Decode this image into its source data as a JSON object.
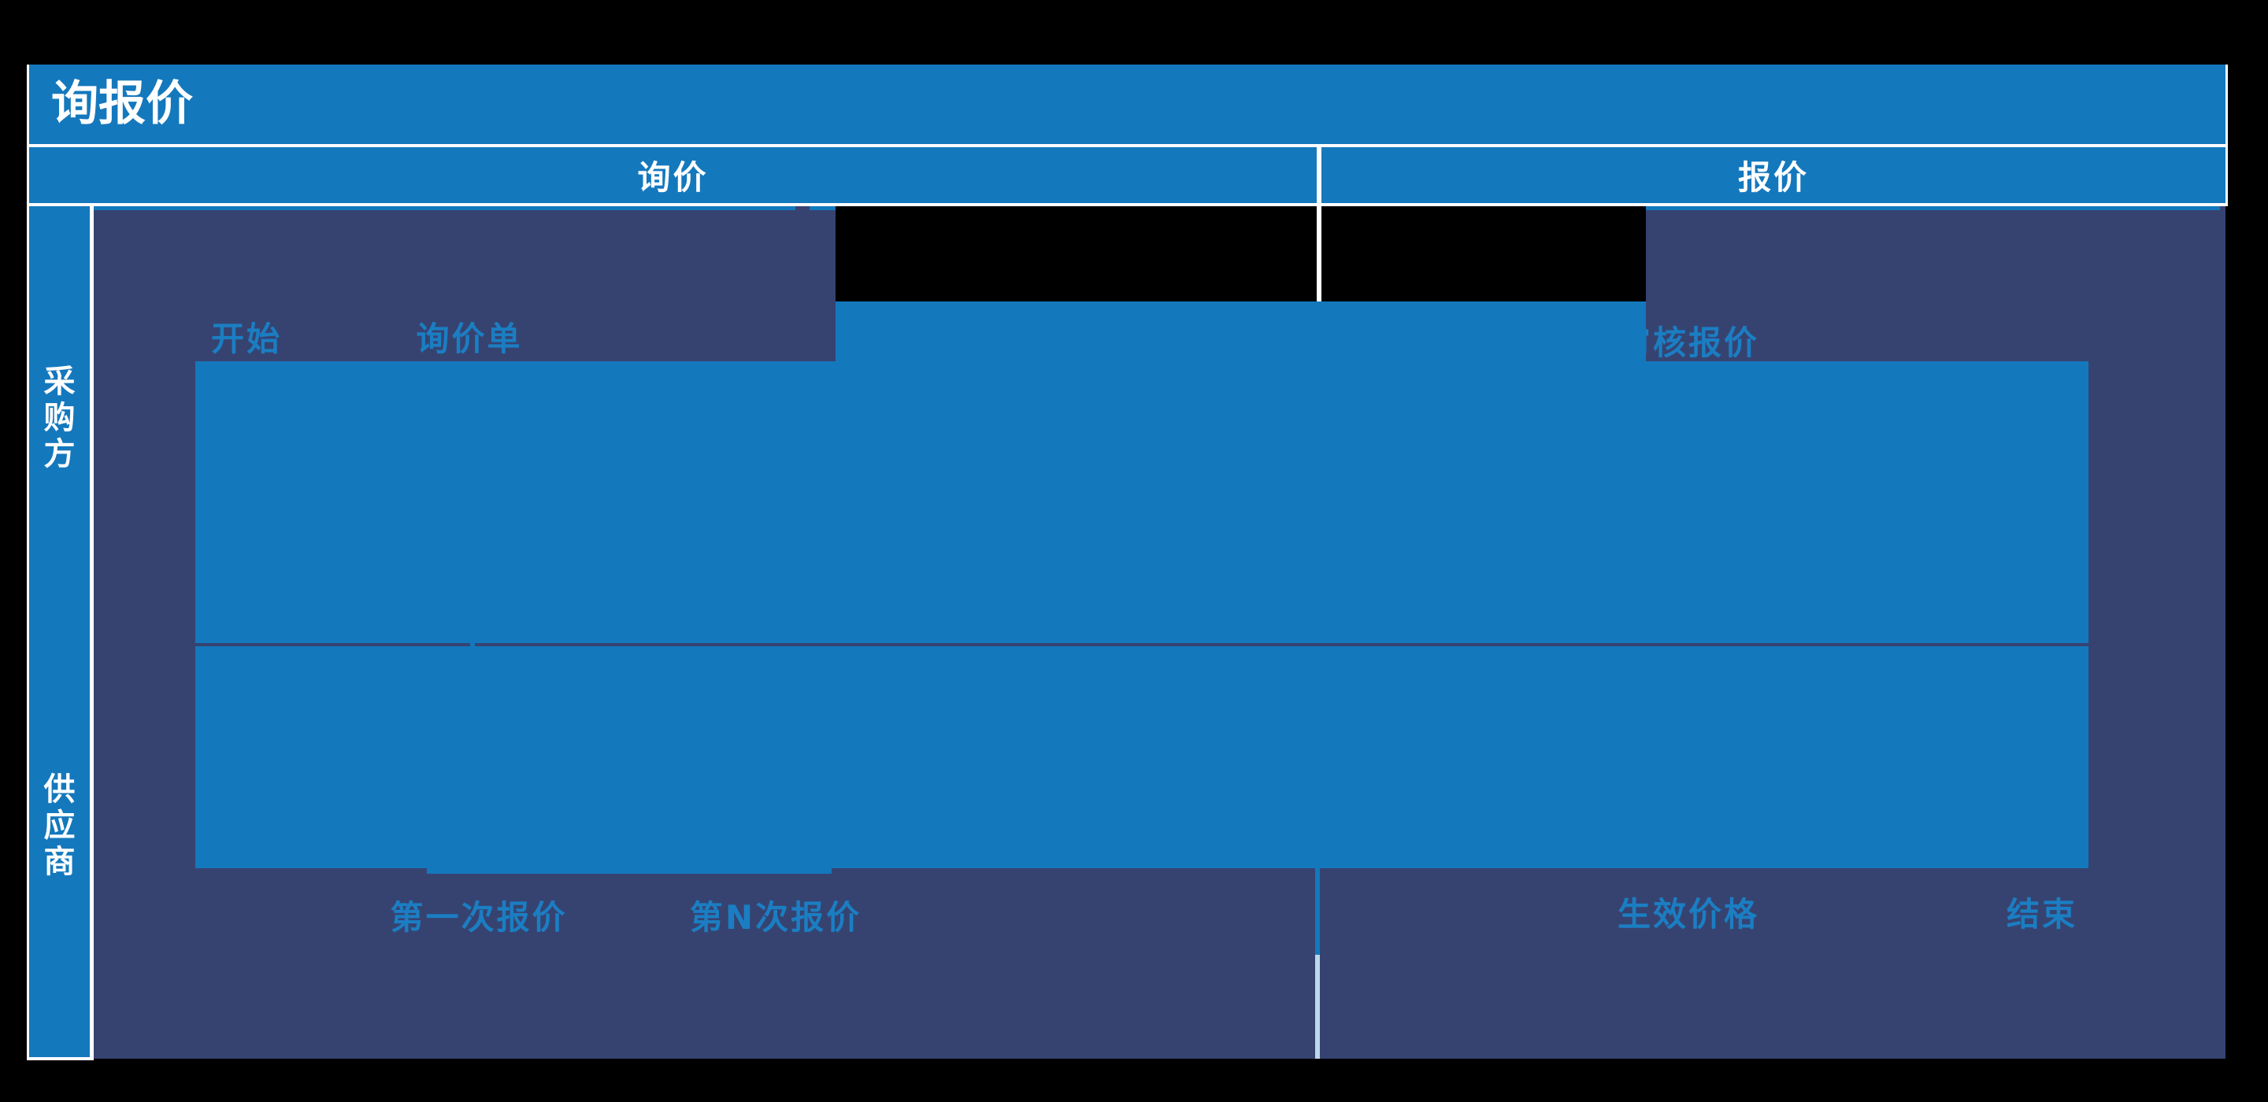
{
  "title": "询报价",
  "header": {
    "inquiry_column": "询价",
    "quote_column": "报价"
  },
  "lanes": {
    "buyer": "采购方",
    "supplier": "供应商"
  },
  "nodes": {
    "start": "开始",
    "inquiry_form": "询价单",
    "review_quote": "审核报价",
    "first_quote": "第一次报价",
    "nth_quote": "第N次报价",
    "effective_price": "生效价格",
    "end": "结束"
  },
  "colors": {
    "azure_fill": "#1478BD",
    "navy_background": "#364371",
    "node_text_blue": "#1B7EC3",
    "divider_light_blue": "#BDD7EA",
    "frame_white": "#FFFFFF",
    "backdrop_black": "#000000"
  }
}
